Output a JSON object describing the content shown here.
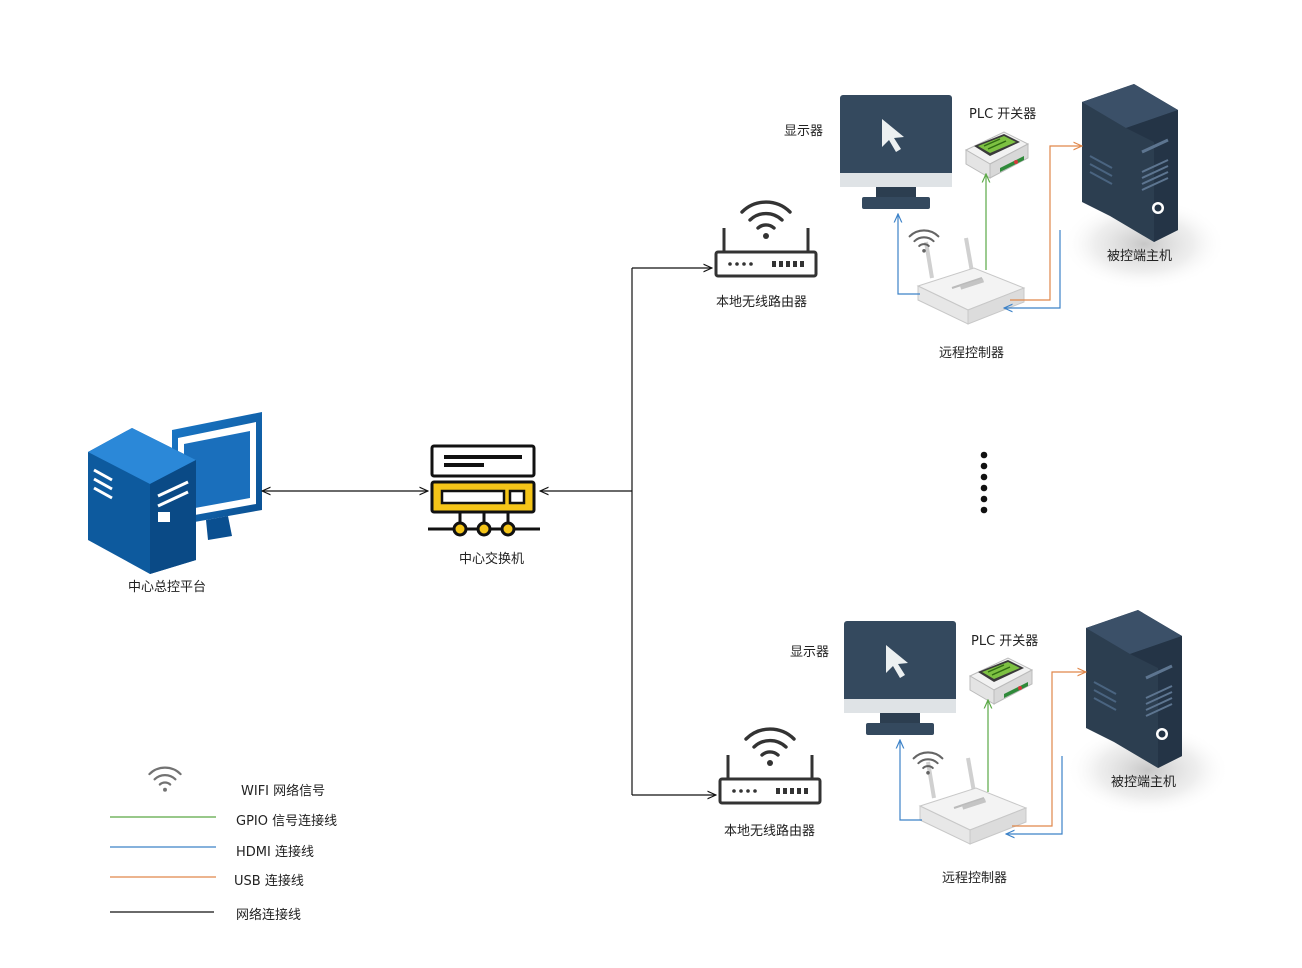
{
  "labels": {
    "central_platform": "中心总控平台",
    "central_switch": "中心交换机",
    "router": "本地无线路由器",
    "display": "显示器",
    "plc": "PLC 开关器",
    "remote_controller": "远程控制器",
    "target_host": "被控端主机"
  },
  "legend": [
    {
      "label": "WIFI 网络信号",
      "icon": "wifi-icon"
    },
    {
      "label": "GPIO 信号连接线",
      "color": "#5aa845"
    },
    {
      "label": "HDMI 连接线",
      "color": "#3c82c8"
    },
    {
      "label": "USB 连接线",
      "color": "#e0874a"
    },
    {
      "label": "网络连接线",
      "color": "#111111"
    }
  ],
  "colors": {
    "platform_blue": "#0a5fa8",
    "monitor_dark": "#34495e",
    "server_dark": "#2c3e50",
    "switch_yellow": "#f5c518"
  }
}
